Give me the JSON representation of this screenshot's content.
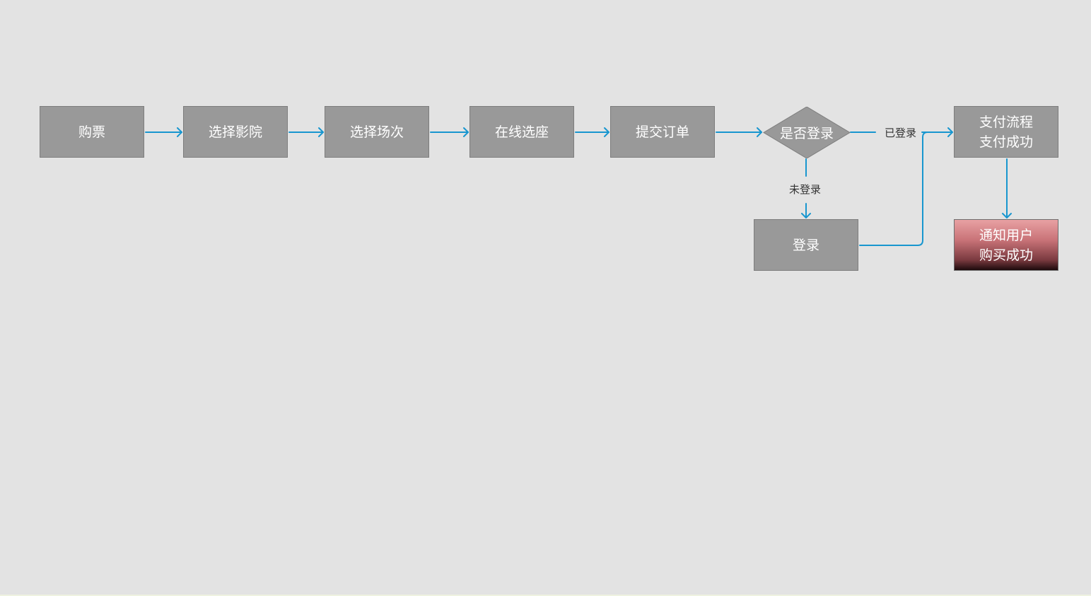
{
  "colors": {
    "background": "#e3e3e3",
    "node_fill": "#999999",
    "node_border": "#7d7d7d",
    "node_text": "#ffffff",
    "connector": "#1896cf",
    "edge_label_text": "#333333",
    "notify_gradient_top": "#e8a1a3",
    "notify_gradient_bottom": "#1c0a0c"
  },
  "nodes": {
    "buy_ticket": "购票",
    "select_cinema": "选择影院",
    "select_showtime": "选择场次",
    "online_seat": "在线选座",
    "submit_order": "提交订单",
    "is_logged_in": "是否登录",
    "login": "登录",
    "payment": "支付流程\n支付成功",
    "notify": "通知用户\n购买成功"
  },
  "edges": {
    "logged_in_label": "已登录",
    "not_logged_in_label": "未登录"
  }
}
